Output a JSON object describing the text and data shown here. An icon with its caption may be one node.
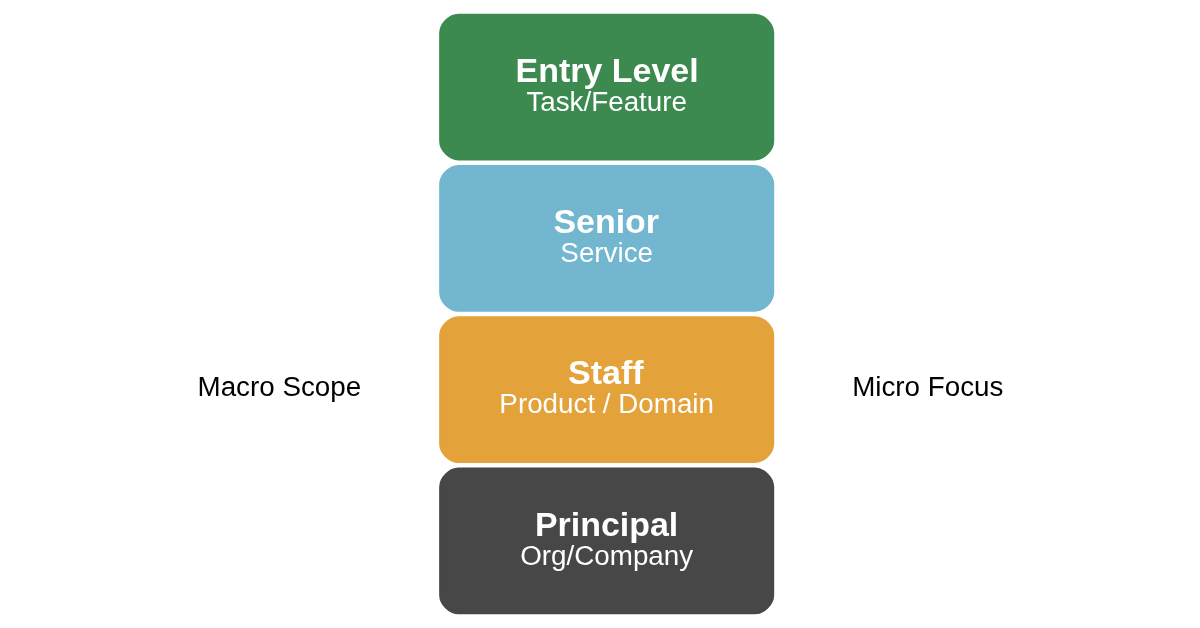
{
  "diagram": {
    "nodes": [
      {
        "text": [
          "Principal",
          "Org/Company"
        ]
      },
      {
        "text": [
          "Staff",
          "Product / Domain"
        ]
      },
      {
        "text": [
          "Senior",
          "Service"
        ]
      },
      {
        "text": [
          "Entry Level",
          "Task/Feature"
        ]
      }
    ],
    "edges": [],
    "labels": [
      "Macro Scope",
      "Micro Focus"
    ]
  }
}
